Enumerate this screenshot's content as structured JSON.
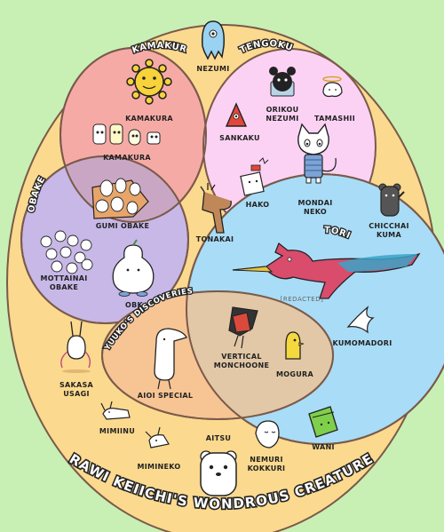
{
  "sets": {
    "kamakura": "KAMAKURA",
    "tengoku": "TENGOKU",
    "obake": "OBAKE",
    "tori": "TORI",
    "yuukos_discoveries": "YUUKO'S DISCOVERIES"
  },
  "creatures": {
    "nezumi": "NEZUMI",
    "kamakura_sun": "KAMAKURA",
    "kamakura_group": "KAMAKURA",
    "orikou_nezumi_1": "ORIKOU",
    "orikou_nezumi_2": "NEZUMI",
    "tamashii": "TAMASHII",
    "sankaku": "SANKAKU",
    "hako": "HAKO",
    "mondai_neko_1": "MONDAI",
    "mondai_neko_2": "NEKO",
    "chicchai_kuma_1": "CHICCHAI",
    "chicchai_kuma_2": "KUMA",
    "gumi_obake": "GUMI OBAKE",
    "tonakai": "TONAKAI",
    "mottainai_obake_1": "MOTTAINAI",
    "mottainai_obake_2": "OBAKE",
    "obk": "OBK",
    "redacted": "[REDACTED]",
    "kumomadori": "KUMOMADORI",
    "vertical_monchoone_1": "VERTICAL",
    "vertical_monchoone_2": "MONCHOONE",
    "mogura": "MOGURA",
    "aioi_special": "AIOI SPECIAL",
    "sakasa_usagi_1": "SAKASA",
    "sakasa_usagi_2": "USAGI",
    "mimiinu": "MIMIINU",
    "mimineko": "MIMINEKO",
    "aitsu": "AITSU",
    "nemuri_kokkuri_1": "NEMURI",
    "nemuri_kokkuri_2": "KOKKURI",
    "wani": "WANI"
  },
  "title": "ARAWI KEIICHI'S WONDROUS CREATURES",
  "colors": {
    "background": "#c8f0b4",
    "universe": "#fbd98e",
    "kamakura": "#f6aaa6",
    "tengoku": "#fcd2f4",
    "obake": "#c7b8e8",
    "tori": "#a9dcf6",
    "yuuko": "#f7c494",
    "overlap_yuuko_tori": "#e2c8a6",
    "overlap_kamakura_obake": "#c9a7c4",
    "outline": "#7a5a4a"
  }
}
